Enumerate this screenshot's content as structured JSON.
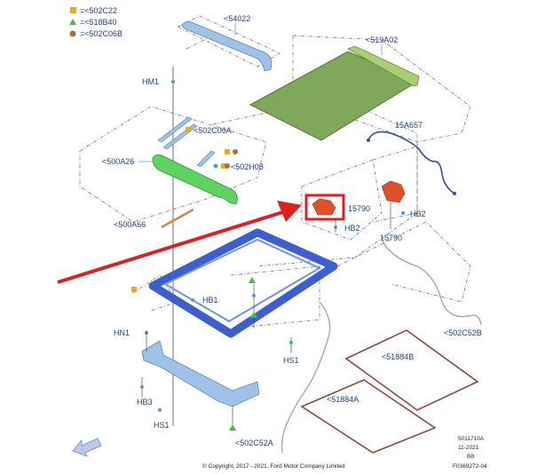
{
  "legend": [
    {
      "symbol": "square",
      "color": "#f0a71f",
      "text": "=<502C22"
    },
    {
      "symbol": "triangle",
      "color": "#3fbf4f",
      "text": "=<518B40"
    },
    {
      "symbol": "circle",
      "color": "#a0743b",
      "text": "=<502C06B"
    }
  ],
  "labels": {
    "p54022": "<54022",
    "p519A02": "<519A02",
    "hm1": "HM1",
    "p502C06A": "<502C06A",
    "p500A26": "<500A26",
    "p502H08": "<502H08",
    "p15A657": "15A657",
    "p500A66": "<500A66",
    "p15790a": "15790",
    "hb2a": "HB2",
    "hb2b": "HB2",
    "p15790b": "15790",
    "hb1": "HB1",
    "hn1": "HN1",
    "hs1a": "HS1",
    "hb3": "HB3",
    "hs1b": "HS1",
    "p51884Ba": "<51884B",
    "p51884Bb": "<51884A",
    "p502C52B": "<502C52B",
    "p502C52A": "<502C52A"
  },
  "footer": {
    "copyright": "© Copyright, 2017 - 2021, Ford Motor Company Limited",
    "ref1": "5011710A",
    "ref2": "11-2021",
    "ref3": "B8",
    "ref4": "F0369272-04"
  },
  "colors": {
    "label_blue": "#1f3f8f",
    "frame_blue": "#3b5fcf",
    "glass_green": "#7fa85a",
    "deflector_green": "#5fd35f",
    "motor_orange": "#e0502a",
    "highlight_red": "#e02020",
    "drain_purple": "#b49ac8",
    "seal_brown": "#8a4a3a"
  }
}
